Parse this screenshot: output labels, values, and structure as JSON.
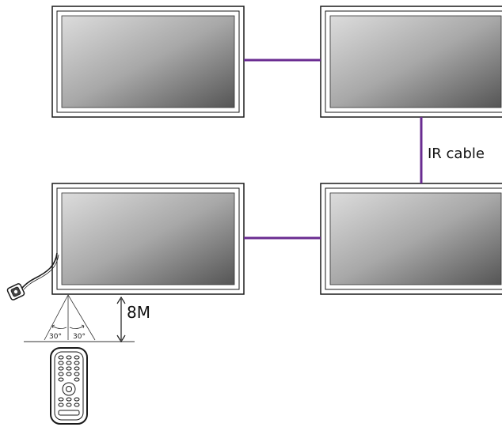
{
  "diagram": {
    "cable_label": "IR cable",
    "distance_label": "8M",
    "angle_left": "30°",
    "angle_right": "30°"
  },
  "colors": {
    "cable": "#6a2c91",
    "bezel": "#1a1a1a",
    "screen_light": "#d8d8d8",
    "screen_dark": "#5e5e5e"
  },
  "icons": {
    "sensor": "ir-receiver-icon",
    "remote": "remote-control-icon"
  }
}
